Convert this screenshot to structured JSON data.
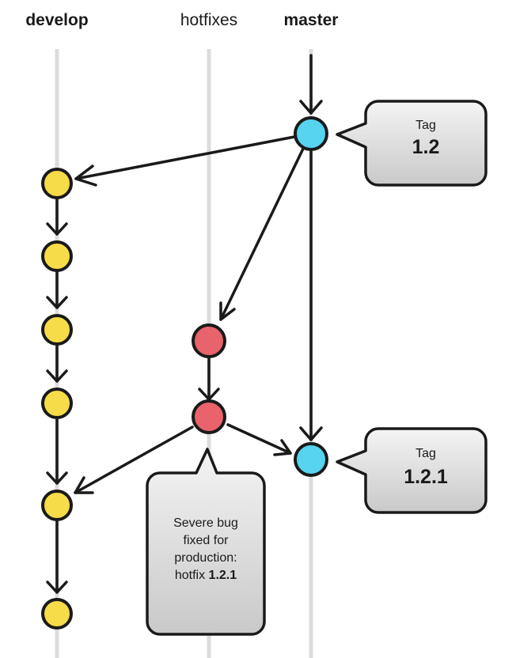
{
  "branches": {
    "develop": "develop",
    "hotfixes": "hotfixes",
    "master": "master"
  },
  "tags": [
    {
      "label": "Tag",
      "version": "1.2"
    },
    {
      "label": "Tag",
      "version": "1.2.1"
    }
  ],
  "note": {
    "lines": [
      "Severe bug",
      "fixed for",
      "production:"
    ],
    "last_prefix": "hotfix ",
    "last_bold": "1.2.1"
  },
  "colors": {
    "develop": "#f6dc48",
    "hotfix": "#e8636b",
    "master": "#56d4ef",
    "lane": "#d9d9d9",
    "arrow": "#1a1a1a"
  }
}
